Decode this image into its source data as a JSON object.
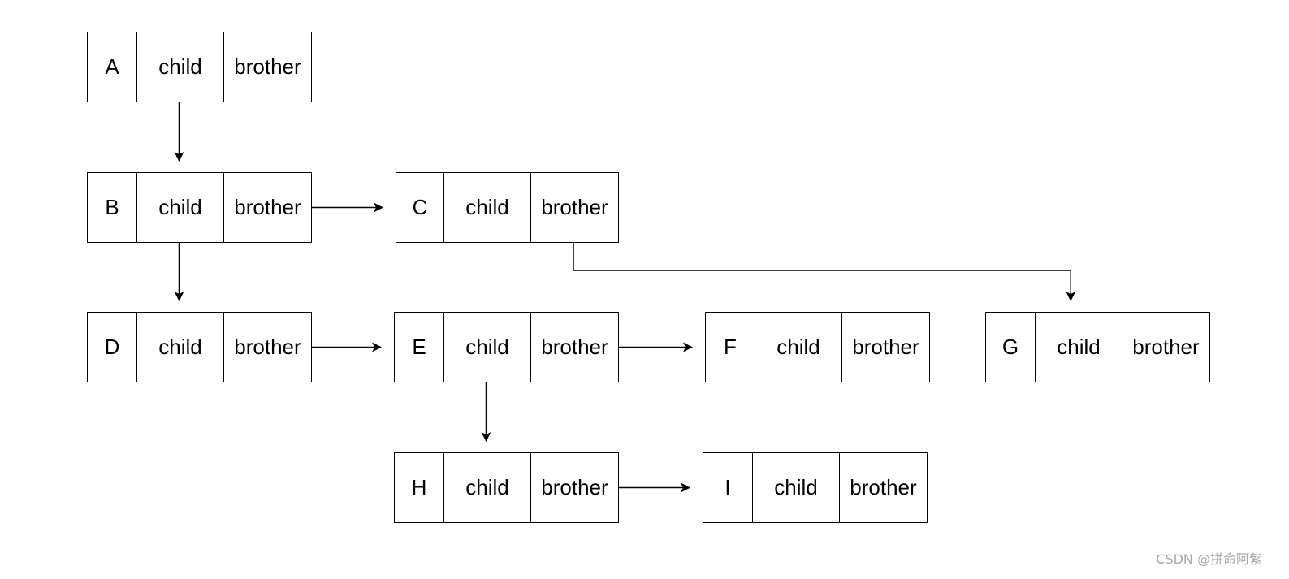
{
  "field_labels": {
    "child": "child",
    "brother": "brother"
  },
  "nodes": [
    {
      "id": "A",
      "label": "A"
    },
    {
      "id": "B",
      "label": "B"
    },
    {
      "id": "C",
      "label": "C"
    },
    {
      "id": "D",
      "label": "D"
    },
    {
      "id": "E",
      "label": "E"
    },
    {
      "id": "F",
      "label": "F"
    },
    {
      "id": "G",
      "label": "G"
    },
    {
      "id": "H",
      "label": "H"
    },
    {
      "id": "I",
      "label": "I"
    }
  ],
  "edges": [
    {
      "from": "A",
      "to": "B",
      "field": "child"
    },
    {
      "from": "B",
      "to": "D",
      "field": "child"
    },
    {
      "from": "B",
      "to": "C",
      "field": "brother"
    },
    {
      "from": "C",
      "to": "G",
      "field": "brother"
    },
    {
      "from": "D",
      "to": "E",
      "field": "brother"
    },
    {
      "from": "E",
      "to": "F",
      "field": "brother"
    },
    {
      "from": "E",
      "to": "H",
      "field": "child"
    },
    {
      "from": "H",
      "to": "I",
      "field": "brother"
    }
  ],
  "colors": {
    "stroke": "#000000",
    "background": "#ffffff",
    "watermark": "#a8a8a8"
  },
  "watermark": "CSDN @拼命阿紫"
}
